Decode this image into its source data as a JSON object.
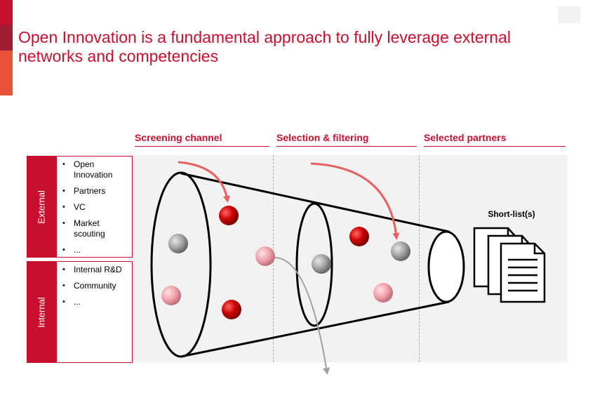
{
  "title": "Open Innovation is a fundamental approach to fully leverage external networks and competencies",
  "stages": [
    {
      "label": "Screening channel"
    },
    {
      "label": "Selection & filtering"
    },
    {
      "label": "Selected partners"
    }
  ],
  "sources": {
    "external": {
      "label": "External",
      "items": [
        "Open Innovation",
        "Partners",
        "VC",
        "Market scouting",
        "..."
      ]
    },
    "internal": {
      "label": "Internal",
      "items": [
        "Internal R&D",
        "Community",
        "..."
      ]
    }
  },
  "shortlist_label": "Short-list(s)",
  "colors": {
    "accent": "#c8102e",
    "dark_red_ball": "#cc0000",
    "pink_ball": "#f0a0a8",
    "grey_ball": "#999999",
    "panel": "#f2f2f2",
    "arrow_red": "#e86060",
    "arrow_grey": "#a0a0a0"
  }
}
